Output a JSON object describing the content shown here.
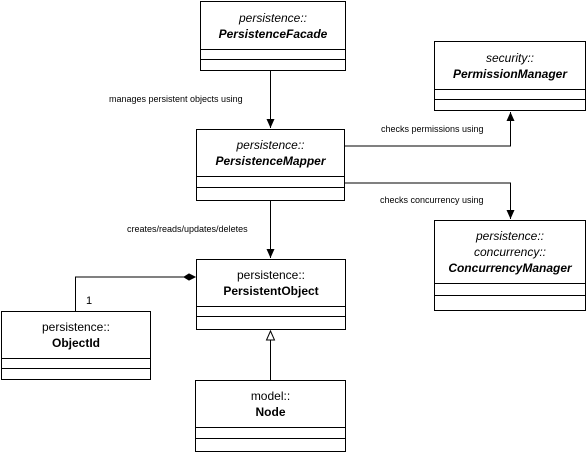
{
  "classes": {
    "persistence_facade": {
      "package": "persistence::",
      "name": "PersistenceFacade"
    },
    "permission_manager": {
      "package": "security::",
      "name": "PermissionManager"
    },
    "persistence_mapper": {
      "package": "persistence::",
      "name": "PersistenceMapper"
    },
    "concurrency_manager": {
      "package": "persistence::",
      "package2": "concurrency::",
      "name": "ConcurrencyManager"
    },
    "persistent_object": {
      "package": "persistence::",
      "name": "PersistentObject"
    },
    "object_id": {
      "package": "persistence::",
      "name": "ObjectId"
    },
    "node": {
      "package": "model::",
      "name": "Node"
    }
  },
  "relations": {
    "manages": "manages persistent objects using",
    "checks_permissions": "checks permissions using",
    "checks_concurrency": "checks concurrency using",
    "crud": "creates/reads/updates/deletes",
    "multiplicity_one": "1"
  }
}
